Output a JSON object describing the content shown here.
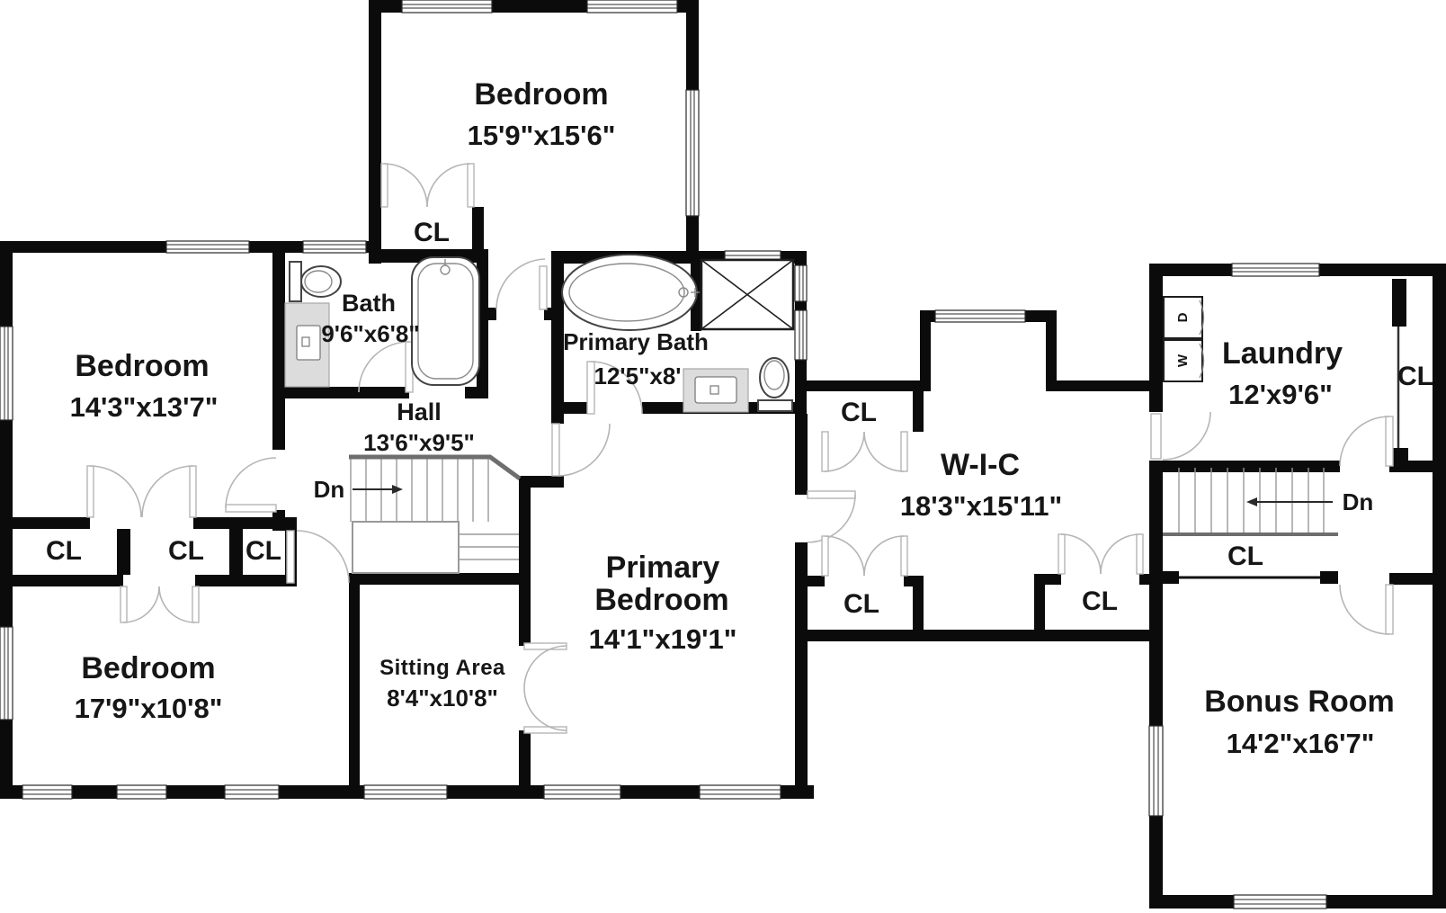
{
  "rooms": {
    "bedroom_top": {
      "name": "Bedroom",
      "dims": "15'9\"x15'6\""
    },
    "bedroom_left": {
      "name": "Bedroom",
      "dims": "14'3\"x13'7\""
    },
    "bedroom_bottom": {
      "name": "Bedroom",
      "dims": "17'9\"x10'8\""
    },
    "primary_bedroom": {
      "name_line1": "Primary",
      "name_line2": "Bedroom",
      "dims": "14'1\"x19'1\""
    },
    "bath": {
      "name": "Bath",
      "dims": "9'6\"x6'8\""
    },
    "primary_bath": {
      "name": "Primary Bath",
      "dims": "12'5\"x8'"
    },
    "hall": {
      "name": "Hall",
      "dims": "13'6\"x9'5\""
    },
    "sitting_area": {
      "name": "Sitting Area",
      "dims": "8'4\"x10'8\""
    },
    "wic": {
      "name": "W-I-C",
      "dims": "18'3\"x15'11\""
    },
    "laundry": {
      "name": "Laundry",
      "dims": "12'x9'6\""
    },
    "bonus_room": {
      "name": "Bonus Room",
      "dims": "14'2\"x16'7\""
    }
  },
  "labels": {
    "closet": "CL",
    "stairs_down": "Dn",
    "washer": "W",
    "dryer": "D"
  }
}
